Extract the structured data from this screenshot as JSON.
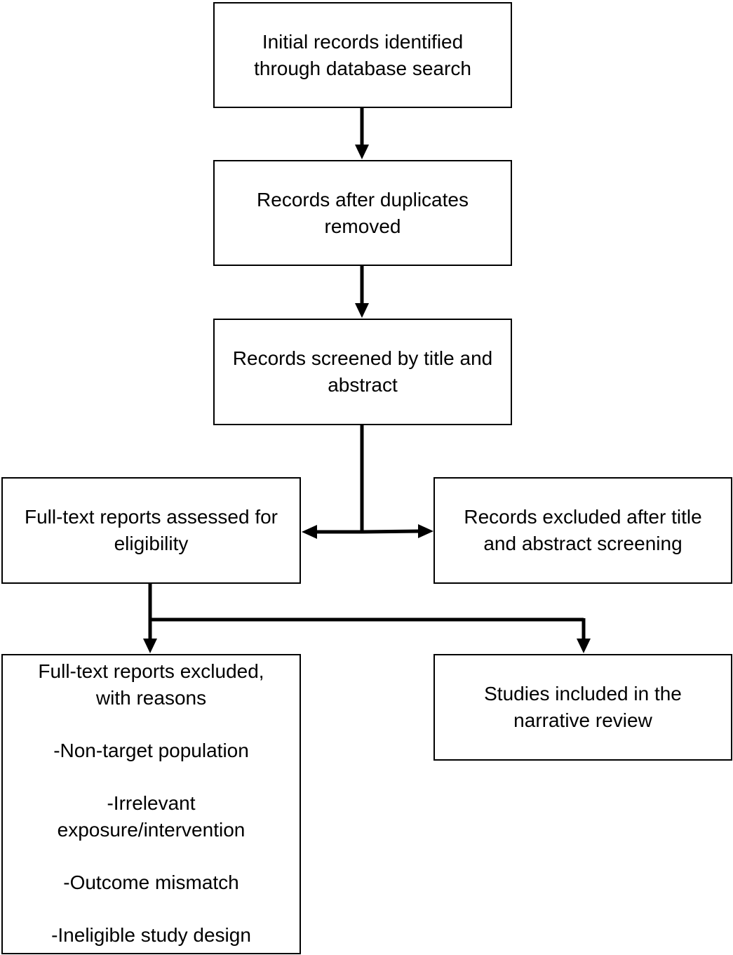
{
  "diagram": {
    "boxes": {
      "initial": {
        "lines": [
          "Initial records identified",
          "through database search"
        ]
      },
      "deduplicated": {
        "lines": [
          "Records after duplicates",
          "removed"
        ]
      },
      "screened": {
        "lines": [
          "Records screened by title and",
          "abstract"
        ]
      },
      "fulltext_assessed": {
        "lines": [
          "Full-text reports assessed for",
          "eligibility"
        ]
      },
      "excluded_screening": {
        "lines": [
          "Records excluded after title",
          "and abstract screening"
        ]
      },
      "fulltext_excluded": {
        "lines": [
          "Full-text reports excluded,",
          "with reasons"
        ],
        "reasons": [
          [
            "-Non-target population"
          ],
          [
            "-Irrelevant",
            "exposure/intervention"
          ],
          [
            "-Outcome mismatch"
          ],
          [
            "-Ineligible study design"
          ]
        ]
      },
      "included": {
        "lines": [
          "Studies included in the",
          "narrative review"
        ]
      }
    },
    "edges": [
      {
        "from": "initial",
        "to": "deduplicated"
      },
      {
        "from": "deduplicated",
        "to": "screened"
      },
      {
        "from": "screened",
        "to": "fulltext_assessed"
      },
      {
        "from": "screened",
        "to": "excluded_screening"
      },
      {
        "from": "fulltext_assessed",
        "to": "fulltext_excluded"
      },
      {
        "from": "fulltext_assessed",
        "to": "included"
      }
    ],
    "colors": {
      "line": "#000000",
      "background": "#ffffff"
    }
  }
}
